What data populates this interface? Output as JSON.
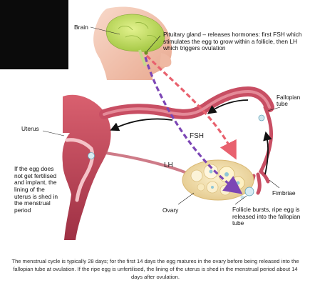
{
  "labels": {
    "brain": "Brain",
    "pituitary": "Pituitary gland – releases hormones: first FSH which stimulates the egg to grow within a follicle, then LH which triggers ovulation",
    "fallopian_tube": "Fallopian tube",
    "uterus": "Uterus",
    "fsh": "FSH",
    "lh": "LH",
    "egg_not_fertilised": "If the egg does not get fertilised and implant, the lining of the uterus is shed in the menstrual period",
    "fimbriae": "Fimbriae",
    "ovary": "Ovary",
    "follicle_bursts": "Follicle bursts, ripe egg is released into the fallopian tube"
  },
  "caption": "The menstrual cycle is typically 28 days; for the first 14 days the egg matures in the ovary before being released into the fallopian tube at ovulation. If the ripe egg is unfertilised, the lining of the uterus is shed in the menstrual period about 14 days after ovulation.",
  "colors": {
    "head_skin": "#f4c7b5",
    "brain": "#b8d84a",
    "uterus_tissue": "#c74b5e",
    "fsh_arrow": "#e8616e",
    "lh_arrow": "#8a4fc0",
    "ovary": "#f5e1a8"
  }
}
